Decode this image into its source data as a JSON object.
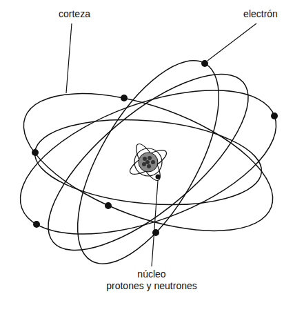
{
  "diagram": {
    "labels": [
      "corteza",
      "electrón",
      "núcleo",
      "protones y neutrones"
    ]
  }
}
